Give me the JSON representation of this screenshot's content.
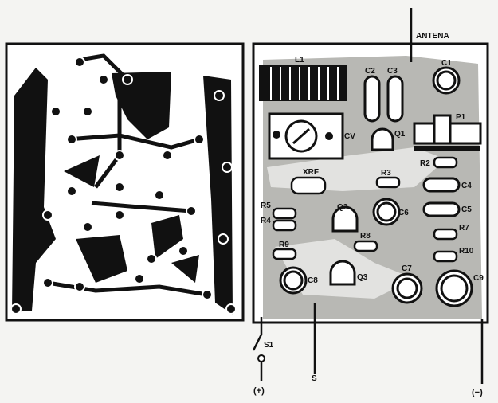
{
  "labels": {
    "antenna": "ANTENA",
    "L1": "L1",
    "C2": "C2",
    "C3": "C3",
    "C1": "C1",
    "CV": "CV",
    "Q1": "Q1",
    "P1": "P1",
    "R2": "R2",
    "XRF": "XRF",
    "R3": "R3",
    "C4": "C4",
    "R5": "R5",
    "R4": "R4",
    "Q2": "Q2",
    "C6": "C6",
    "C5": "C5",
    "R7": "R7",
    "R8": "R8",
    "R9": "R9",
    "R10": "R10",
    "C8": "C8",
    "Q3": "Q3",
    "C7": "C7",
    "C9": "C9",
    "S1": "S1",
    "S": "S",
    "plus": "(+)",
    "minus": "(−)"
  }
}
